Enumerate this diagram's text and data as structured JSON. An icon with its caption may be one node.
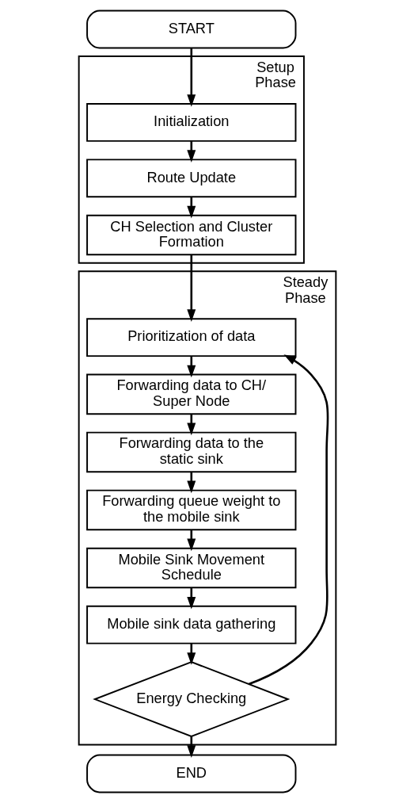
{
  "diagram": {
    "nodes": [
      {
        "text": [
          "START"
        ]
      },
      {
        "text": [
          "Setup Phase"
        ]
      },
      {
        "text": [
          "Initialization"
        ],
        "in": 1
      },
      {
        "text": [
          "Route Update"
        ],
        "in": 1
      },
      {
        "text": [
          "CH Selection and Cluster Formation"
        ],
        "in": 1
      },
      {
        "text": [
          "Steady Phase"
        ]
      },
      {
        "text": [
          "Prioritization of data"
        ],
        "in": 5
      },
      {
        "text": [
          "Forwarding data to CH/ Super Node"
        ],
        "in": 5
      },
      {
        "text": [
          "Forwarding data to the static sink"
        ],
        "in": 5
      },
      {
        "text": [
          "Forwarding queue weight to the mobile sink"
        ],
        "in": 5
      },
      {
        "text": [
          "Mobile Sink Movement Schedule"
        ],
        "in": 5
      },
      {
        "text": [
          "Mobile sink data gathering"
        ],
        "in": 5
      },
      {
        "text": [
          "Energy Checking"
        ],
        "in": 5
      },
      {
        "text": [
          "END"
        ]
      }
    ],
    "edges": [
      {
        "from": 0,
        "to": 2,
        "arrow": "to"
      },
      {
        "from": 2,
        "to": 3,
        "arrow": "to"
      },
      {
        "from": 3,
        "to": 4,
        "arrow": "to"
      },
      {
        "from": 4,
        "to": 6,
        "arrow": "to"
      },
      {
        "from": 6,
        "to": 7,
        "arrow": "to"
      },
      {
        "from": 7,
        "to": 8,
        "arrow": "to"
      },
      {
        "from": 8,
        "to": 9,
        "arrow": "to"
      },
      {
        "from": 9,
        "to": 10,
        "arrow": "to"
      },
      {
        "from": 10,
        "to": 11,
        "arrow": "to"
      },
      {
        "from": 11,
        "to": 12,
        "arrow": "to"
      },
      {
        "from": 12,
        "to": 13,
        "arrow": "to"
      },
      {
        "from": 12,
        "to": 6,
        "arrow": "to"
      }
    ]
  }
}
